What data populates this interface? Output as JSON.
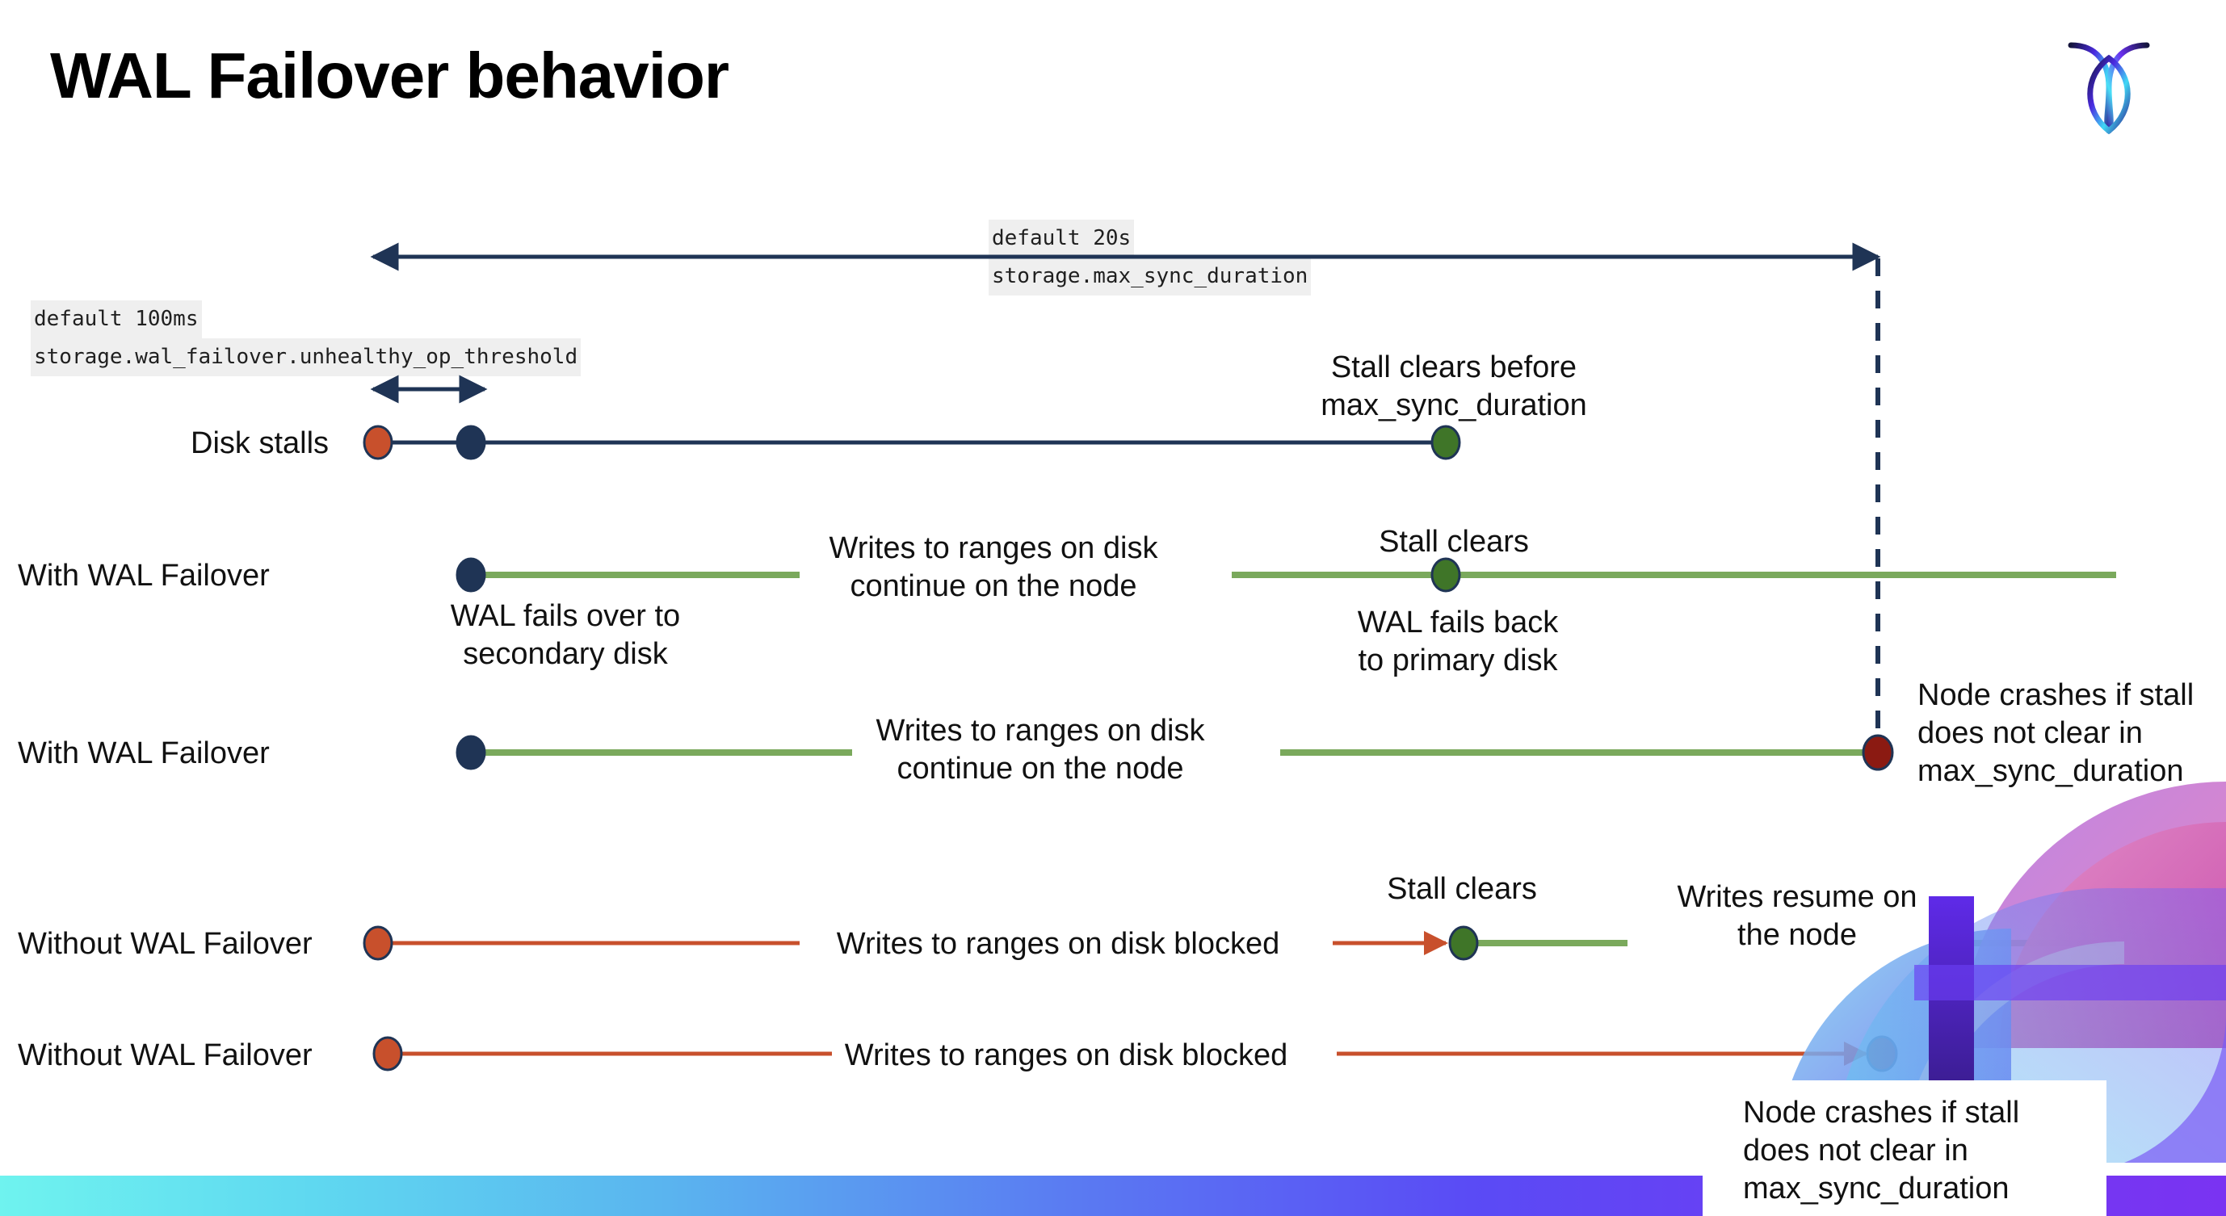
{
  "slide": {
    "title": "WAL Failover behavior",
    "logo_name": "cockroachdb-logo"
  },
  "settings": {
    "max_sync": {
      "default_line": "default 20s",
      "setting_line": "storage.max_sync_duration"
    },
    "unhealthy_threshold": {
      "default_line": "default 100ms",
      "setting_line": "storage.wal_failover.unhealthy_op_threshold"
    }
  },
  "rows": [
    {
      "label": "Disk stalls"
    },
    {
      "label": "With WAL Failover"
    },
    {
      "label": "With WAL Failover"
    },
    {
      "label": "Without WAL Failover"
    },
    {
      "label": "Without WAL Failover"
    }
  ],
  "annotations": {
    "stall_clears_before": "Stall clears before\nmax_sync_duration",
    "stall_clears_1": "Stall clears",
    "writes_continue_1": "Writes to ranges on disk\ncontinue on the node",
    "wal_fails_over": "WAL fails over to\nsecondary disk",
    "wal_fails_back": "WAL fails  back\nto primary disk",
    "writes_continue_2": "Writes to ranges on disk\ncontinue on the node",
    "node_crashes_1": "Node crashes if stall\ndoes not clear in\nmax_sync_duration",
    "writes_blocked_1": "Writes to ranges on disk  blocked",
    "stall_clears_2": "Stall clears",
    "writes_resume": "Writes resume on\nthe node",
    "writes_blocked_2": "Writes to ranges on disk  blocked",
    "node_crashes_2": "Node crashes if stall\ndoes not clear in\nmax_sync_duration"
  },
  "colors": {
    "navy": "#1f3455",
    "green_line": "#7aa95c",
    "green_dot": "#3f7528",
    "orange": "#c8502c",
    "orange_dot": "#c8502c",
    "dark_red_dot": "#8b1a12",
    "code_bg": "#efefef"
  }
}
